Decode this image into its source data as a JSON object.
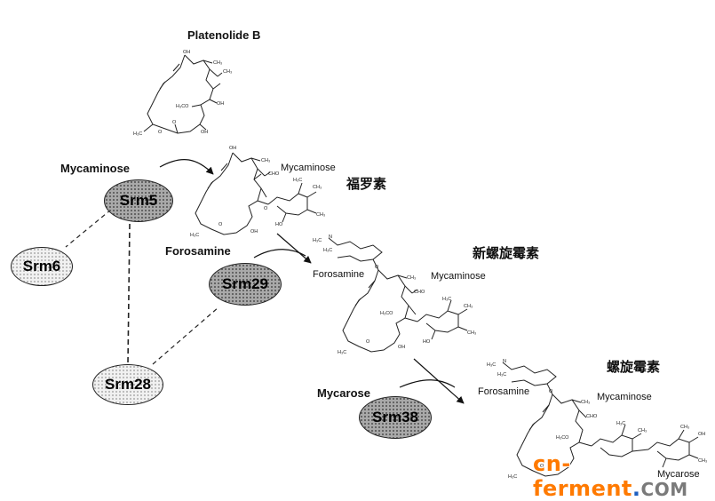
{
  "compounds": {
    "platenolide_b": "Platenolide B",
    "forocidin": "福罗素",
    "neospiramycin": "新螺旋霉素",
    "spiramycin": "螺旋霉素"
  },
  "substrates": {
    "mycaminose": "Mycaminose",
    "forosamine": "Forosamine",
    "mycarose": "Mycarose"
  },
  "structure_labels": {
    "mycaminose": "Mycaminose",
    "forosamine": "Forosamine",
    "mycarose": "Mycarose"
  },
  "enzymes": {
    "srm5": "Srm5",
    "srm6": "Srm6",
    "srm29": "Srm29",
    "srm28": "Srm28",
    "srm38": "Srm38"
  },
  "watermark": {
    "cn": "cn",
    "dash": "-",
    "ferment": "ferment",
    "dot": ".",
    "com": "COM"
  },
  "colors": {
    "enzyme_dark": "#a9a9a9",
    "enzyme_light": "#f1f1f1",
    "watermark_orange": "#ff7a00",
    "watermark_blue": "#1e5fc0"
  }
}
